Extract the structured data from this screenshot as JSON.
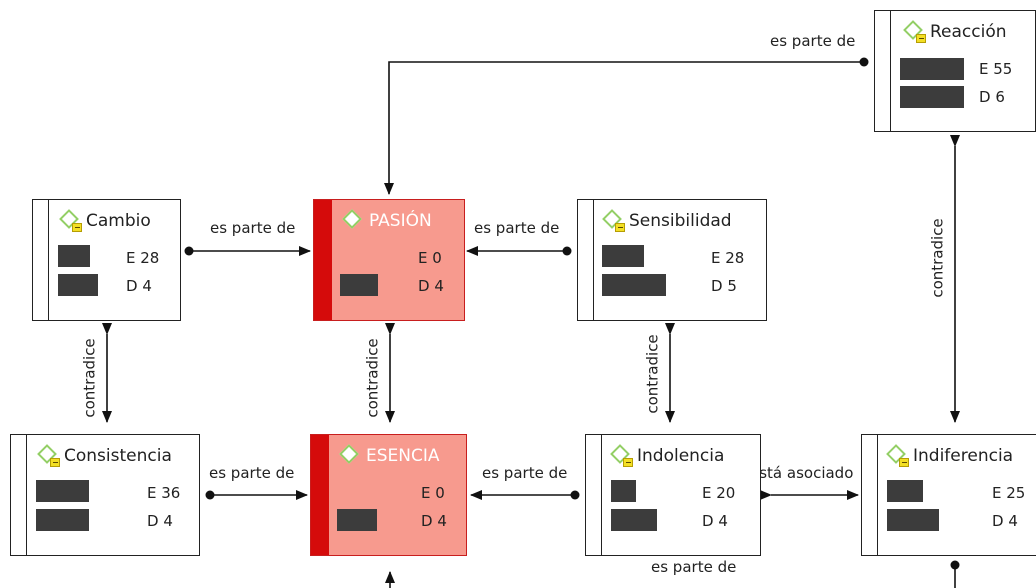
{
  "nodes": {
    "reaccion": {
      "name": "Reacción",
      "e": "E  55",
      "d": "D   6"
    },
    "cambio": {
      "name": "Cambio",
      "e": "E  28",
      "d": "D   4"
    },
    "pasion": {
      "name": "PASIÓN",
      "e": "E  0",
      "d": "D  4"
    },
    "sensibilidad": {
      "name": "Sensibilidad",
      "e": "E  28",
      "d": "D   5"
    },
    "consistencia": {
      "name": "Consistencia",
      "e": "E  36",
      "d": "D   4"
    },
    "esencia": {
      "name": "ESENCIA",
      "e": "E  0",
      "d": "D  4"
    },
    "indolencia": {
      "name": "Indolencia",
      "e": "E  20",
      "d": "D   4"
    },
    "indiferencia": {
      "name": "Indiferencia",
      "e": "E  25",
      "d": "D   4"
    }
  },
  "edges": {
    "reaccion_pasion": "es parte de",
    "cambio_pasion": "es parte de",
    "sensibilidad_pasion": "es parte de",
    "cambio_consistencia": "contradice",
    "pasion_esencia": "contradice",
    "sensibilidad_indolencia": "contradice",
    "reaccion_indiferencia": "contradice",
    "consistencia_esencia": "es parte de",
    "indolencia_esencia": "es parte de",
    "indolencia_indiferencia": "está asociado c",
    "indolencia_bottom": "es parte de"
  },
  "colors": {
    "highlight_fill": "#f79a8e",
    "highlight_strip": "#d50b0b",
    "icon_diamond": "#93cf65",
    "icon_note": "#f3df24"
  }
}
